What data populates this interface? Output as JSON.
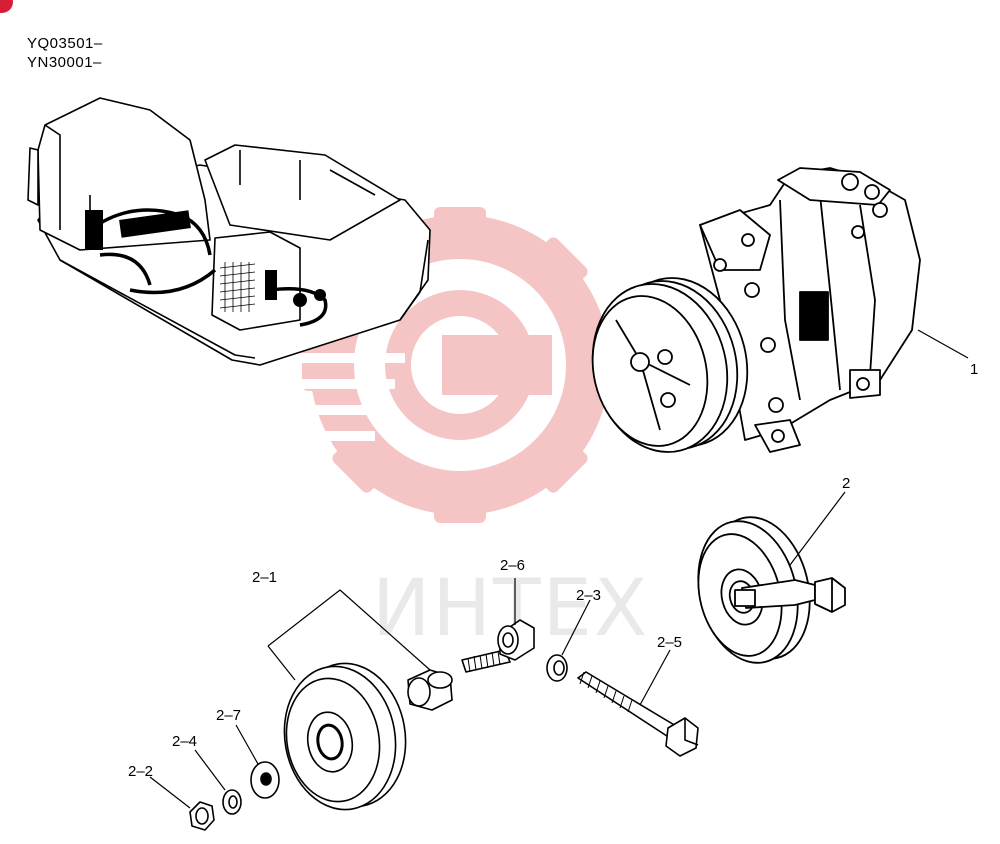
{
  "serial_numbers": [
    "YQ03501–",
    "YN30001–"
  ],
  "callouts": {
    "p1": "1",
    "p2": "2",
    "p2_1": "2–1",
    "p2_2": "2–2",
    "p2_3": "2–3",
    "p2_4": "2–4",
    "p2_5": "2–5",
    "p2_6": "2–6",
    "p2_7": "2–7"
  },
  "watermark": {
    "text": "ИНТЕХ",
    "gear_color": "#f4bcbc",
    "text_color": "#e6e6e6"
  },
  "colors": {
    "line": "#000000",
    "corner_badge": "#d81e34"
  },
  "icons": {
    "corner_badge": "red-dot-icon",
    "brand_logo": "intex-gear-logo-icon"
  }
}
